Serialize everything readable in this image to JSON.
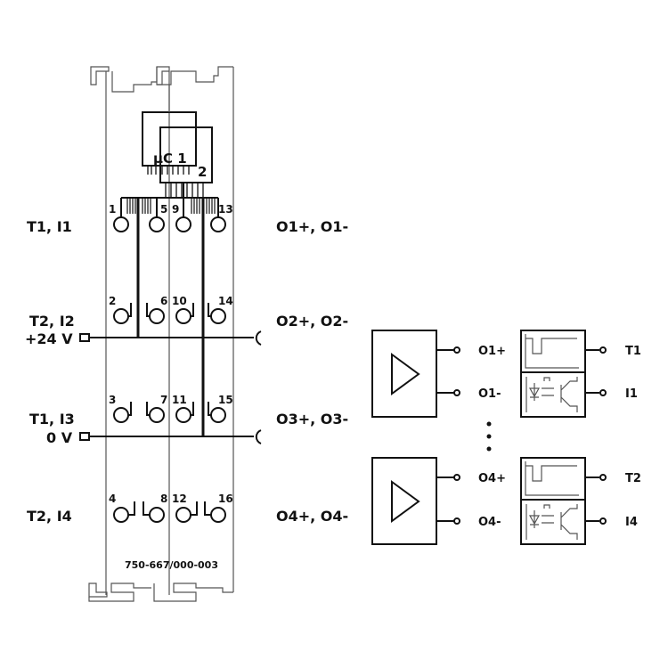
{
  "diagram": {
    "module_id": "750-667/000-003",
    "microcontrollers": [
      "µC 1",
      "2"
    ],
    "left_labels": [
      {
        "line1": "T1, I1",
        "line2": ""
      },
      {
        "line1": "T2, I2",
        "line2": "+24 V"
      },
      {
        "line1": "T1, I3",
        "line2": "0 V"
      },
      {
        "line1": "T2, I4",
        "line2": ""
      }
    ],
    "right_labels": [
      "O1+, O1-",
      "O2+, O2-",
      "O3+, O3-",
      "O4+, O4-"
    ],
    "terminal_numbers": [
      [
        "1",
        "5",
        "9",
        "13"
      ],
      [
        "2",
        "6",
        "10",
        "14"
      ],
      [
        "3",
        "7",
        "11",
        "15"
      ],
      [
        "4",
        "8",
        "12",
        "16"
      ]
    ],
    "schematic": {
      "blocks": [
        {
          "out_plus": "O1+",
          "out_minus": "O1-",
          "test": "T1",
          "input": "I1"
        },
        {
          "out_plus": "O4+",
          "out_minus": "O4-",
          "test": "T2",
          "input": "I4"
        }
      ],
      "ellipsis": "⋮"
    }
  }
}
